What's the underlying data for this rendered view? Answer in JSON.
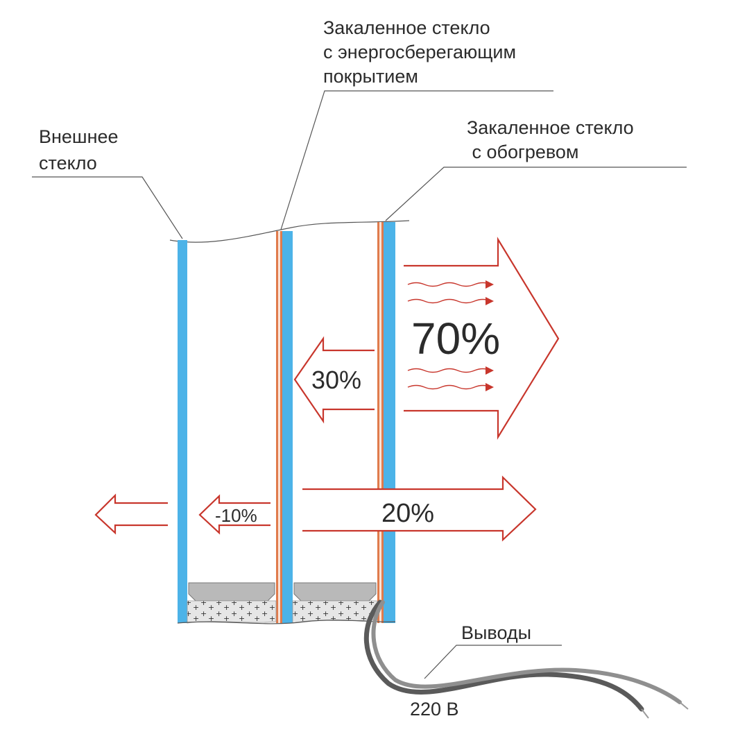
{
  "callouts": {
    "outer_glass": [
      "Внешнее",
      "стекло"
    ],
    "lowe_glass": [
      "Закаленное стекло",
      "с энергосберегающим",
      "покрытием"
    ],
    "heated_glass": [
      "Закаленное стекло",
      " с обогревом"
    ],
    "leads": "Выводы",
    "voltage": "220 В"
  },
  "percentages": {
    "into_room": "70%",
    "reflected_back": "30%",
    "to_middle_pane": "20%",
    "through_outer": "-10%"
  },
  "colors": {
    "glass": "#4cb3e8",
    "coating": "#e07b4c",
    "arrow": "#c8362c",
    "text": "#2b2b2b",
    "spacer": "#b9b9b9",
    "desiccant": "#e6e6e6",
    "cable_dark": "#5a5a5a",
    "cable_light": "#8f8f8f"
  }
}
